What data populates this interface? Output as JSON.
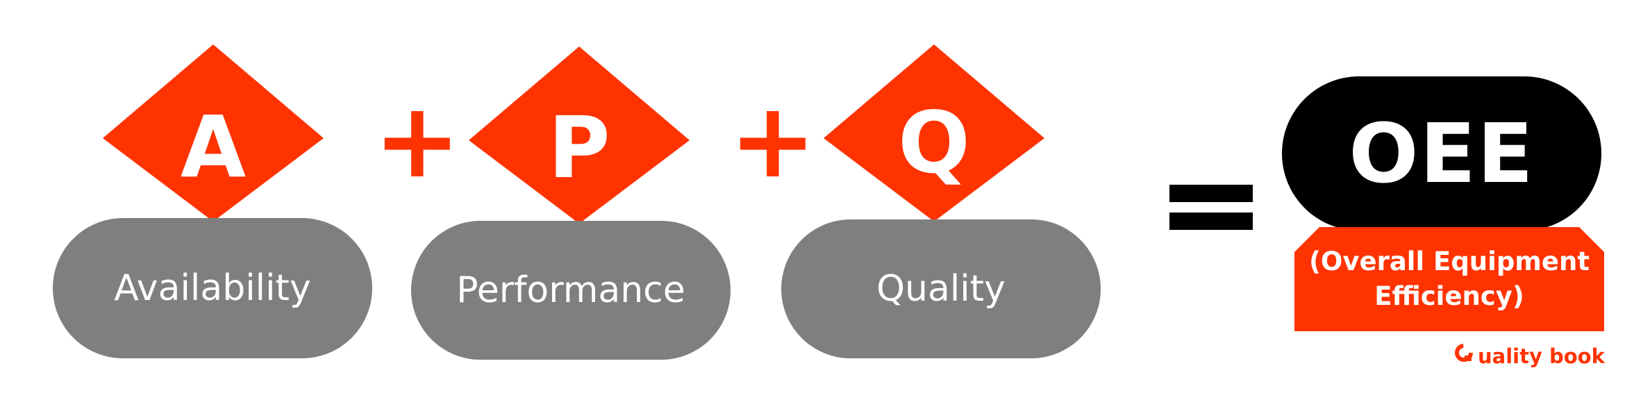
{
  "colors": {
    "accent": "#ff3300",
    "pill": "#7f7f7f",
    "dark": "#000000",
    "text_light": "#ffffff"
  },
  "terms": [
    {
      "letter": "A",
      "label": "Availability"
    },
    {
      "letter": "P",
      "label": "Performance"
    },
    {
      "letter": "Q",
      "label": "Quality"
    }
  ],
  "operators": {
    "plus_1": "+",
    "plus_2": "+"
  },
  "result": {
    "title": "OEE",
    "subtitle_line1": "(Overall Equipment",
    "subtitle_line2": "Efficiency)"
  },
  "brand": {
    "text": "uality book",
    "logo_icon": "q-logo-icon"
  }
}
